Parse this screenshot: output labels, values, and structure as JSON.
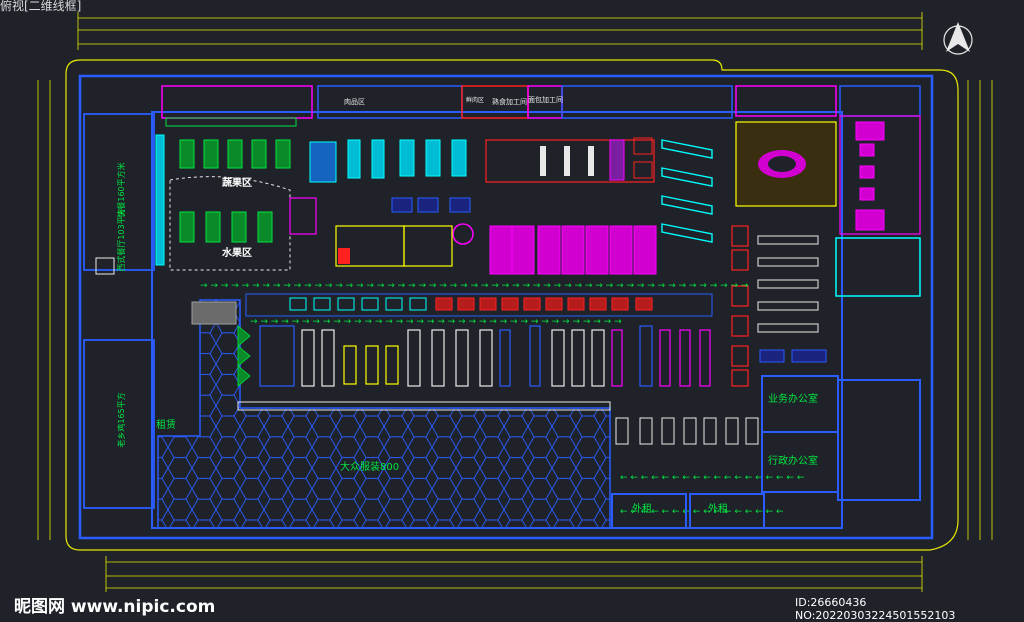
{
  "title": "俯视[二维线框]",
  "rooms": {
    "western_restaurant": "西式餐厅103平方",
    "fast_food": "快餐160平方米",
    "laoxiangji": "老乡鸡165平方",
    "rent": "租赁",
    "fruit_zone": "蔬果区",
    "produce_zone": "水果区",
    "meat_zone": "肉品区",
    "cooked_zone": "熟食加工间",
    "clothing": "大众服装800",
    "business_office": "业务办公室",
    "admin_office": "行政办公室",
    "outsourced_1": "外租",
    "outsourced_2": "外租",
    "bakery": "面包加工间",
    "fresh_zone": "鲜肉区"
  },
  "watermark": {
    "brand": "昵图网 www.nipic.com",
    "id": "ID:26660436 NO:20220303224501552103"
  },
  "colors": {
    "background": "#1f2329",
    "wall": "#2a5cff",
    "magenta": "#ff00ff",
    "green": "#00e640",
    "cyan": "#00ffff",
    "yellow": "#ffff00",
    "red": "#ff2020",
    "white": "#e8e8e8"
  },
  "icons": [
    "north-arrow-icon"
  ]
}
